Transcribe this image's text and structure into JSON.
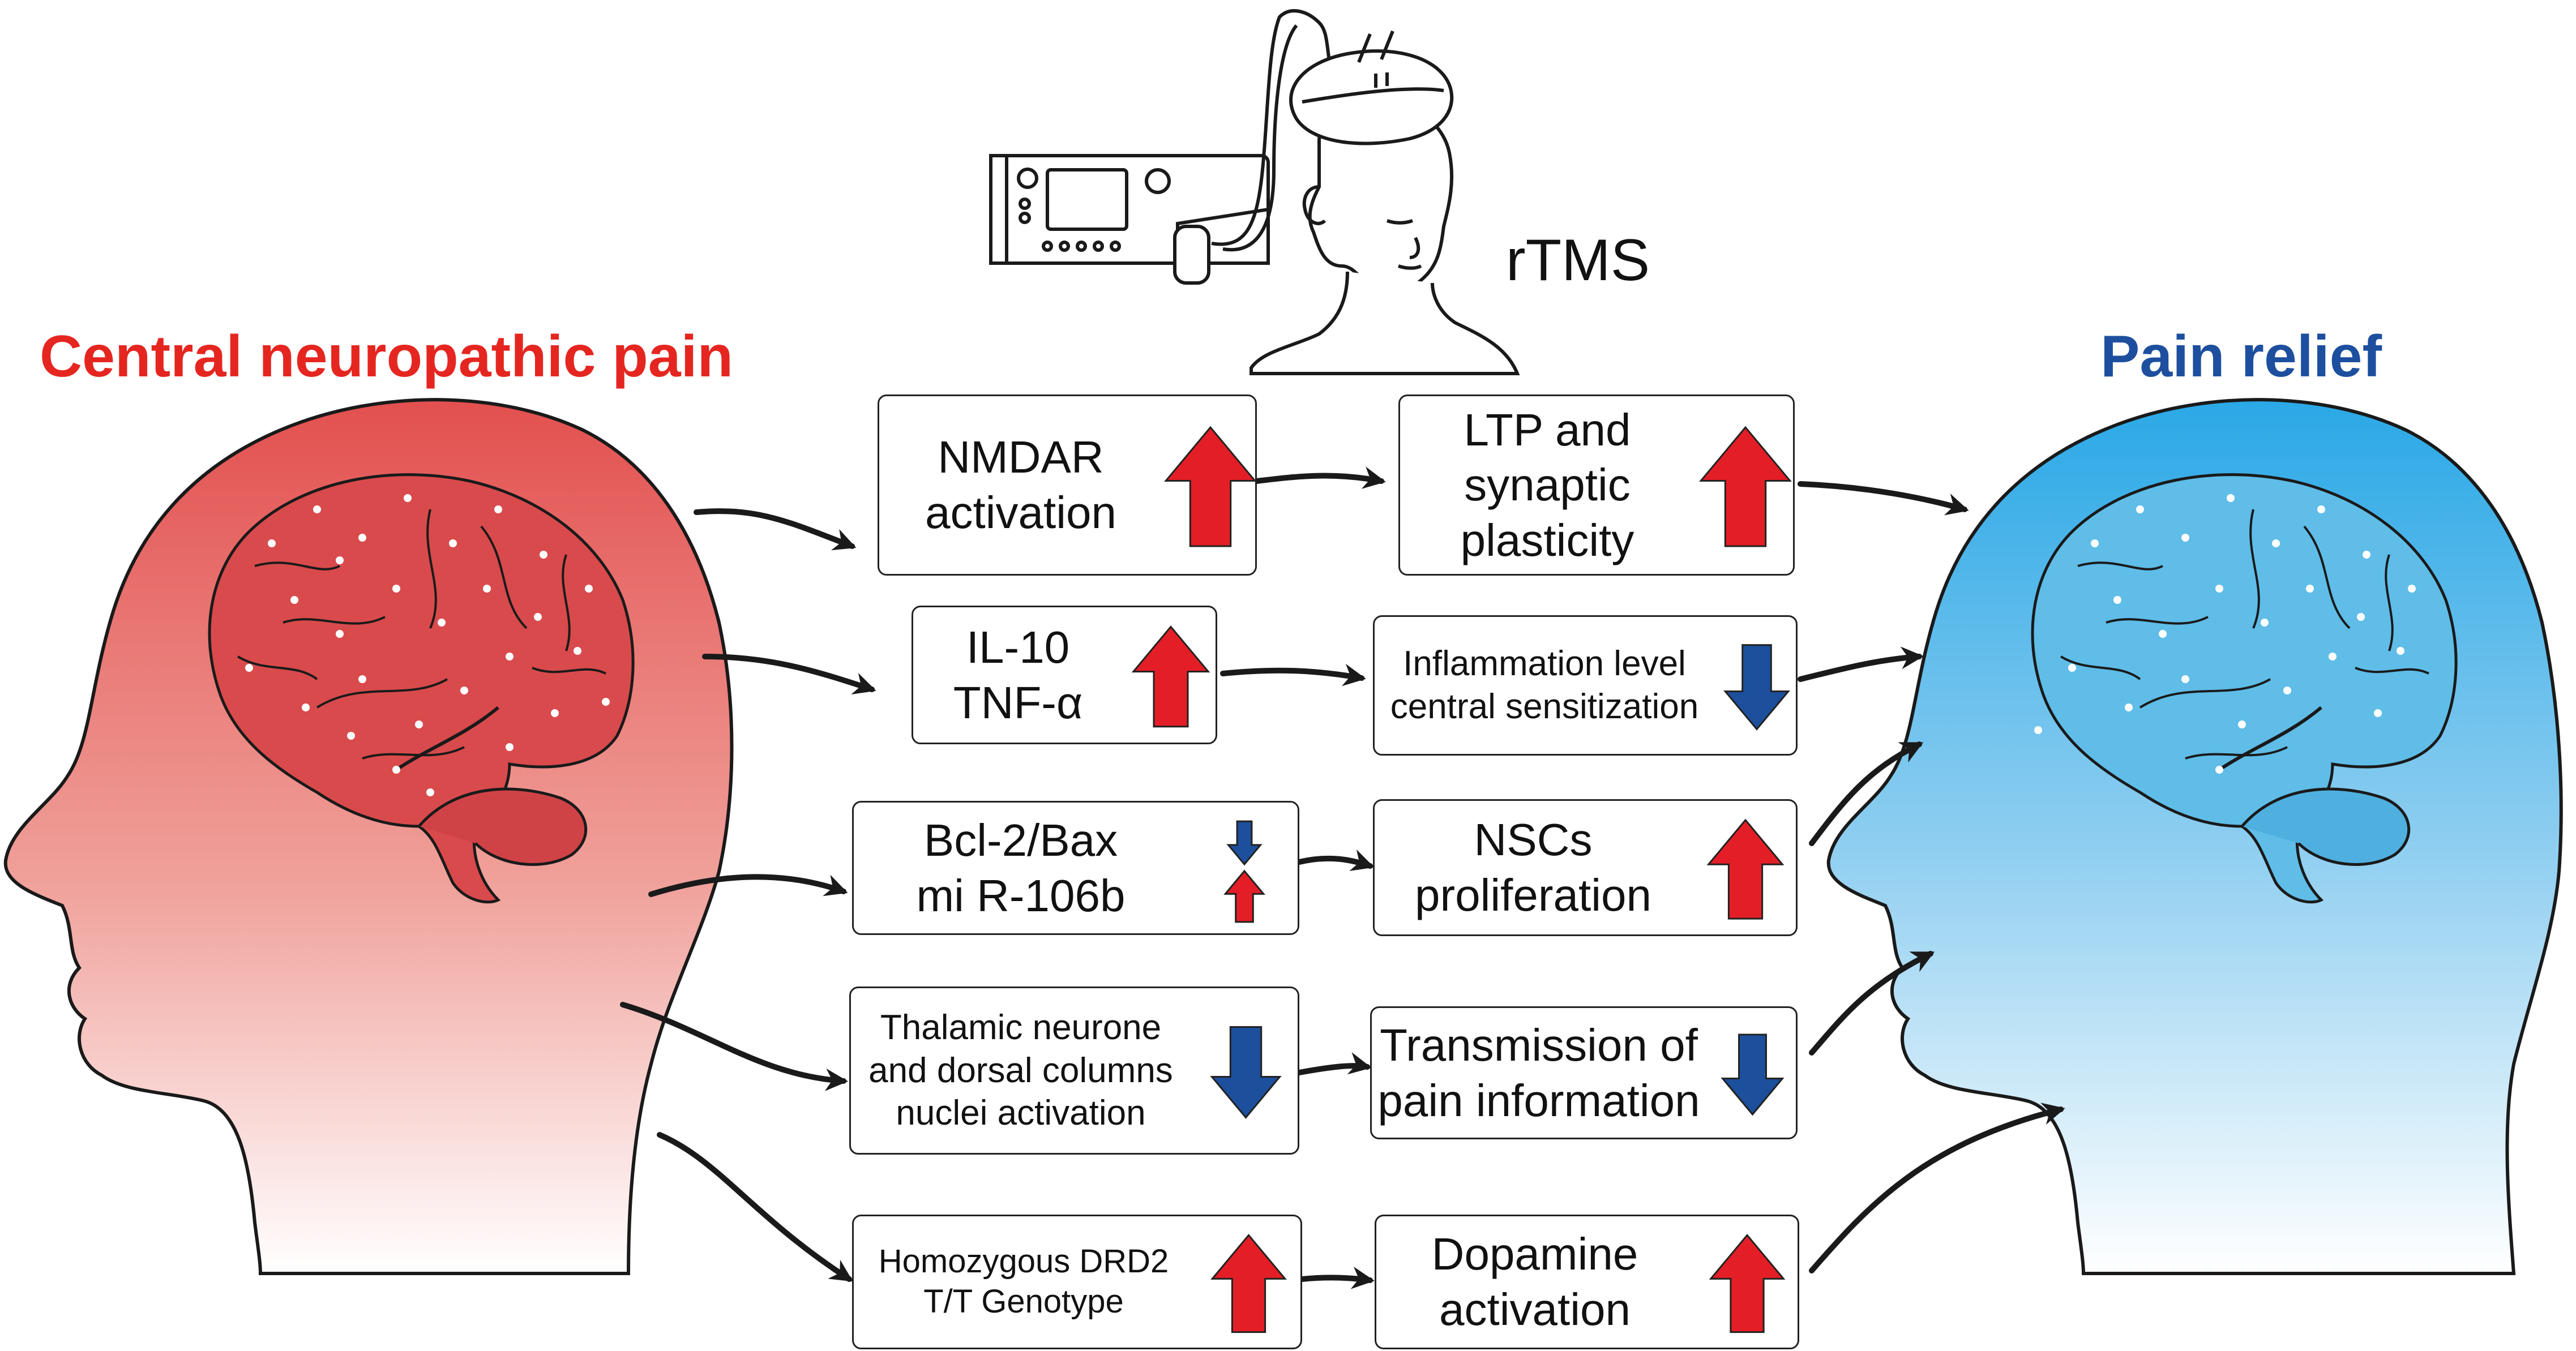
{
  "title_left": "Central neuropathic pain",
  "title_right": "Pain relief",
  "device_label": "rTMS",
  "colors": {
    "red": "#e41e26",
    "blue": "#1c4f9c",
    "title_red": "#e52620",
    "title_blue": "#1d4f9e",
    "arrow": "#1a1a1a"
  },
  "boxes": [
    {
      "lines": [
        "NMDAR",
        "activation"
      ],
      "arrow": "up",
      "arrow_label": "increase"
    },
    {
      "lines": [
        "LTP and",
        "synaptic",
        "plasticity"
      ],
      "arrow": "up",
      "arrow_label": "increase"
    },
    {
      "lines": [
        "IL-10",
        "TNF-α"
      ],
      "arrow": "up",
      "arrow_label": "increase"
    },
    {
      "lines": [
        "Inflammation level",
        "central sensitization"
      ],
      "arrow": "down",
      "arrow_label": "decrease"
    },
    {
      "lines": [
        "Bcl-2/Bax",
        "mi R-106b"
      ],
      "arrow": "down-up",
      "arrow_label": "decrease / increase"
    },
    {
      "lines": [
        "NSCs",
        "proliferation"
      ],
      "arrow": "up",
      "arrow_label": "increase"
    },
    {
      "lines": [
        "Thalamic neurone",
        "and dorsal columns",
        "nuclei activation"
      ],
      "arrow": "down",
      "arrow_label": "decrease"
    },
    {
      "lines": [
        "Transmission of",
        "pain information"
      ],
      "arrow": "down",
      "arrow_label": "decrease"
    },
    {
      "lines": [
        "Homozygous DRD2",
        "T/T Genotype"
      ],
      "arrow": "up",
      "arrow_label": "increase"
    },
    {
      "lines": [
        "Dopamine",
        "activation"
      ],
      "arrow": "up",
      "arrow_label": "increase"
    }
  ]
}
